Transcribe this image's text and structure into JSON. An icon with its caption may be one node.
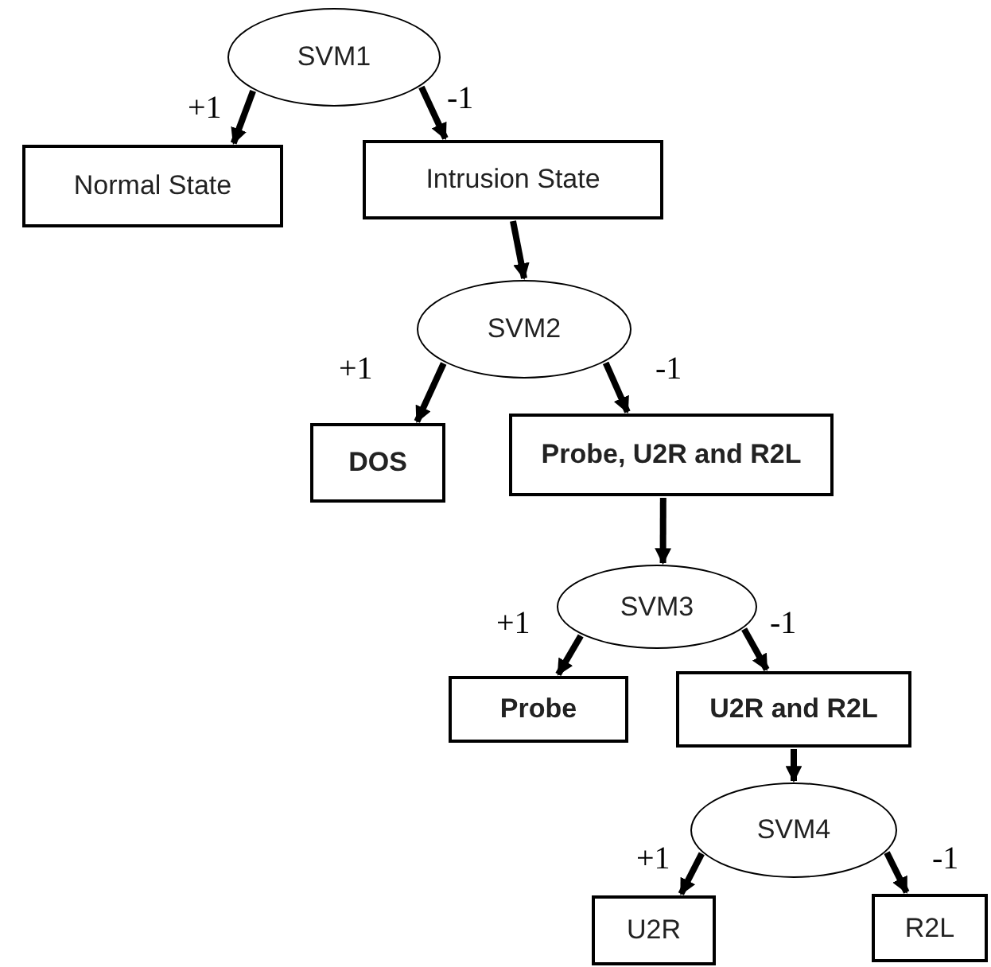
{
  "diagram": {
    "nodes": [
      {
        "text": [
          "SVM1"
        ]
      },
      {
        "text": [
          "Normal State"
        ]
      },
      {
        "text": [
          "Intrusion State"
        ]
      },
      {
        "text": [
          "SVM2"
        ]
      },
      {
        "text": [
          "DOS"
        ]
      },
      {
        "text": [
          "Probe, U2R and R2L"
        ]
      },
      {
        "text": [
          "SVM3"
        ]
      },
      {
        "text": [
          "Probe"
        ]
      },
      {
        "text": [
          "U2R and R2L"
        ]
      },
      {
        "text": [
          "SVM4"
        ]
      },
      {
        "text": [
          "U2R"
        ]
      },
      {
        "text": [
          "R2L"
        ]
      }
    ],
    "edges": [
      {
        "from": 0,
        "to": 1,
        "arrow": "to",
        "label": "+1"
      },
      {
        "from": 0,
        "to": 2,
        "arrow": "to",
        "label": "-1"
      },
      {
        "from": 2,
        "to": 3,
        "arrow": "to"
      },
      {
        "from": 3,
        "to": 4,
        "arrow": "to",
        "label": "+1"
      },
      {
        "from": 3,
        "to": 5,
        "arrow": "to",
        "label": "-1"
      },
      {
        "from": 5,
        "to": 6,
        "arrow": "to"
      },
      {
        "from": 6,
        "to": 7,
        "arrow": "to",
        "label": "+1"
      },
      {
        "from": 6,
        "to": 8,
        "arrow": "to",
        "label": "-1"
      },
      {
        "from": 8,
        "to": 9,
        "arrow": "to"
      },
      {
        "from": 9,
        "to": 10,
        "arrow": "to",
        "label": "+1"
      },
      {
        "from": 9,
        "to": 11,
        "arrow": "to",
        "label": "-1"
      }
    ]
  }
}
